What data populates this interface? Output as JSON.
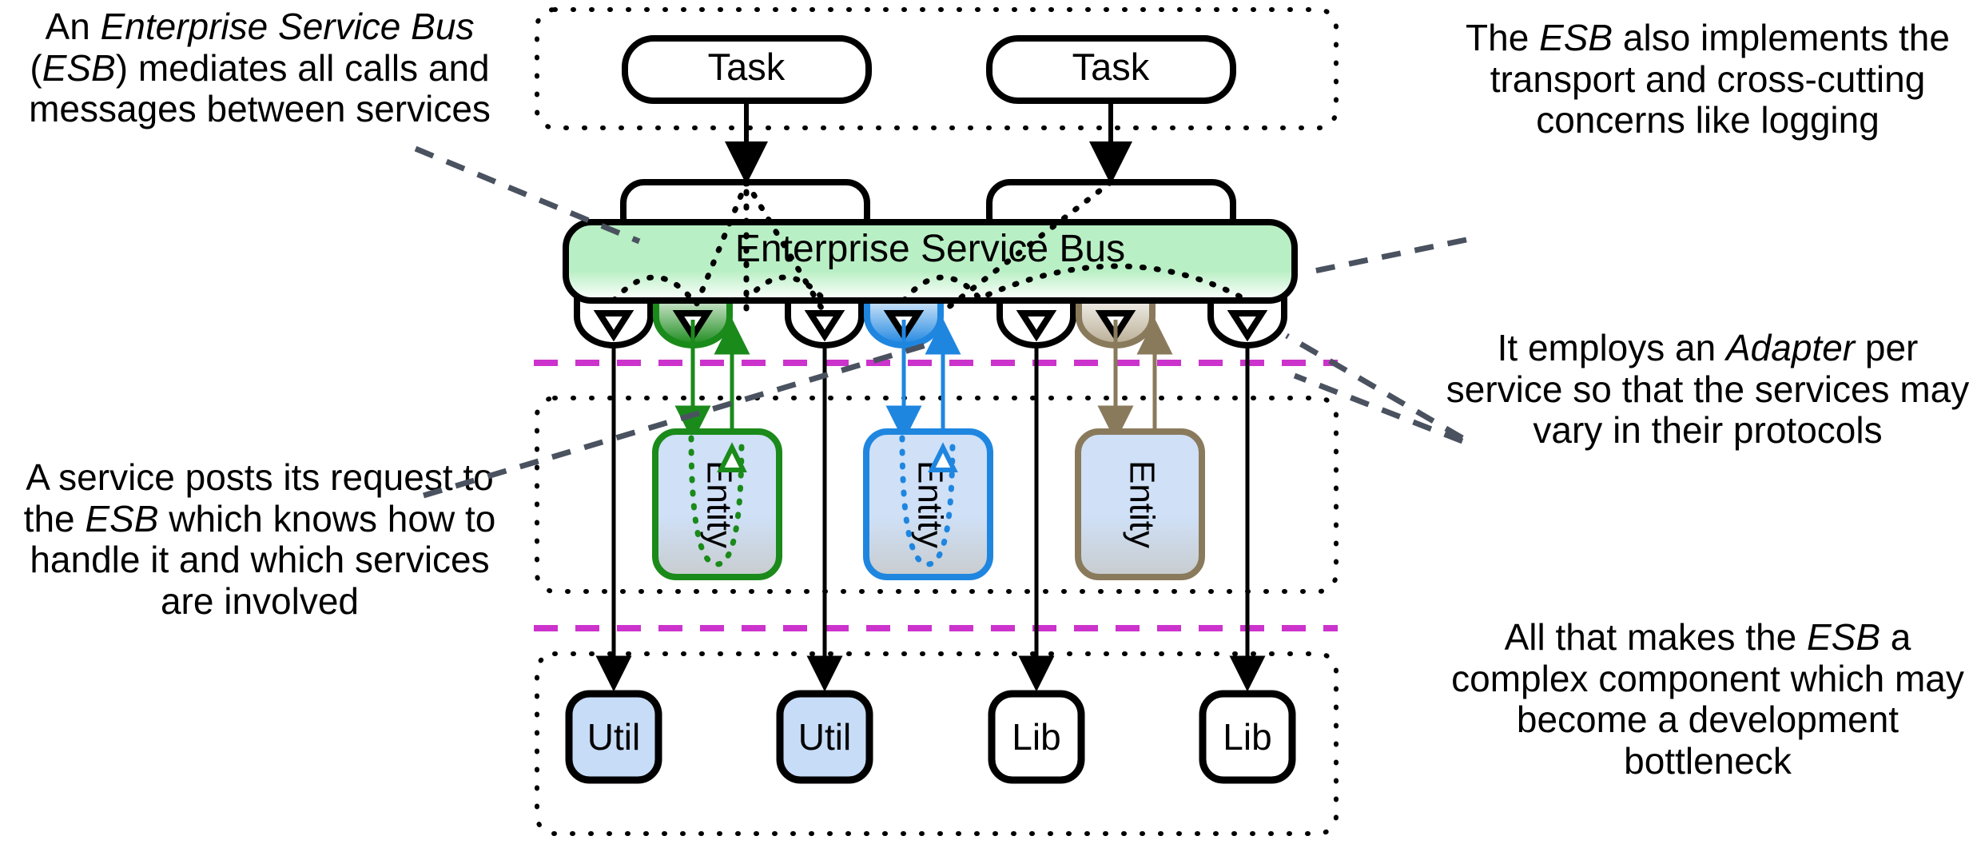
{
  "diagram": {
    "title": "Enterprise Service Bus architecture diagram",
    "esb_label": "Enterprise Service Bus",
    "task_layer": {
      "nodes": [
        {
          "label": "Task"
        },
        {
          "label": "Task"
        }
      ]
    },
    "entity_layer": {
      "nodes": [
        {
          "label": "Entity",
          "accent": "#1a8a1a"
        },
        {
          "label": "Entity",
          "accent": "#1f86e0"
        },
        {
          "label": "Entity",
          "accent": "#8a7a5c"
        }
      ]
    },
    "util_layer": {
      "nodes": [
        {
          "label": "Util",
          "filled": true
        },
        {
          "label": "Util",
          "filled": true
        },
        {
          "label": "Lib",
          "filled": false
        },
        {
          "label": "Lib",
          "filled": false
        }
      ]
    },
    "adapters": [
      {
        "accent": "#000000"
      },
      {
        "accent": "#1a8a1a"
      },
      {
        "accent": "#000000"
      },
      {
        "accent": "#1f86e0"
      },
      {
        "accent": "#000000"
      },
      {
        "accent": "#8a7a5c"
      },
      {
        "accent": "#000000"
      }
    ],
    "colors": {
      "esb_green": "#b9efc4",
      "entity_blue": "#cfe0f7",
      "util_blue": "#c6dcf7",
      "layer_divider": "#cc33cc",
      "green_accent": "#1a8a1a",
      "blue_accent": "#1f86e0",
      "tan_accent": "#8a7a5c",
      "callout_line": "#4a5260",
      "stroke": "#000000"
    }
  },
  "annotations": {
    "top_left": {
      "lines": [
        "An ",
        "Enterprise",
        " ",
        "Service Bus",
        " (",
        "ESB",
        ") mediates all calls and messages between services"
      ],
      "text_a": "An ",
      "em_a": "Enterprise Service Bus",
      "text_b": " (",
      "em_b": "ESB",
      "text_c": ") mediates all calls and messages between services"
    },
    "bottom_left": {
      "text_a": "A service posts its request to the ",
      "em_a": "ESB",
      "text_b": " which knows how to handle it and which services are involved"
    },
    "top_right": {
      "text_a": "The ",
      "em_a": "ESB",
      "text_b": " also implements the transport and cross-cutting concerns like logging"
    },
    "mid_right": {
      "text_a": "It employs an ",
      "em_a": "Adapter",
      "text_b": " per service so that the services may vary in their protocols"
    },
    "bottom_right": {
      "text_a": "All that makes the ",
      "em_a": "ESB",
      "text_b": " a complex component which may become a development bottleneck"
    }
  }
}
